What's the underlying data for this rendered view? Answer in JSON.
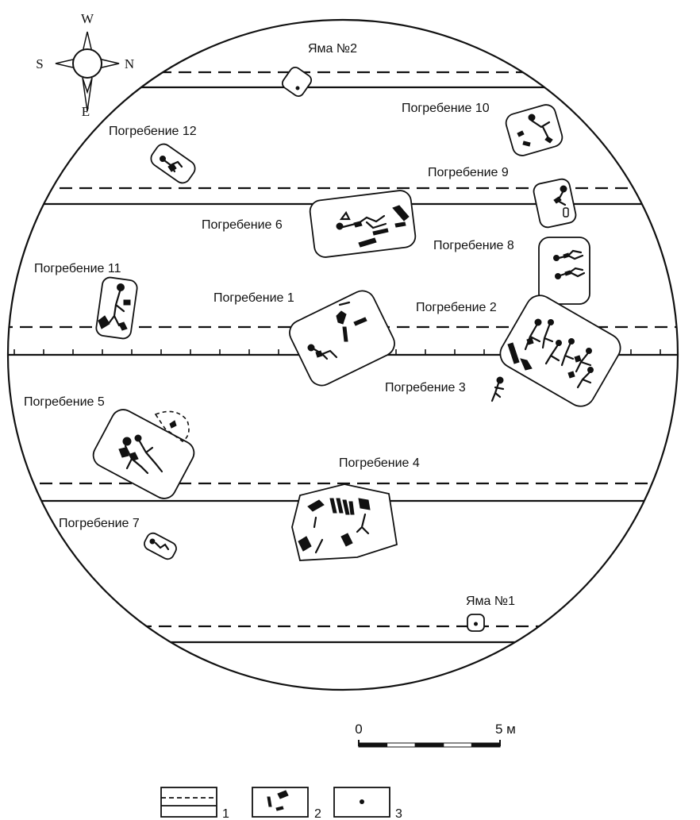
{
  "compass": {
    "north": "N",
    "south": "S",
    "west": "W",
    "east": "E"
  },
  "features": {
    "pit_1": "Яма №1",
    "pit_2": "Яма №2",
    "burial_1": "Погребение 1",
    "burial_2": "Погребение 2",
    "burial_3": "Погребение 3",
    "burial_4": "Погребение 4",
    "burial_5": "Погребение 5",
    "burial_6": "Погребение 6",
    "burial_7": "Погребение 7",
    "burial_8": "Погребение 8",
    "burial_9": "Погребение 9",
    "burial_10": "Погребение 10",
    "burial_11": "Погребение 11",
    "burial_12": "Погребение 12"
  },
  "scale": {
    "start": "0",
    "end": "5 м"
  },
  "legend": [
    {
      "number": "1",
      "icon": "trench-lines-icon"
    },
    {
      "number": "2",
      "icon": "burial-pit-icon"
    },
    {
      "number": "3",
      "icon": "pit-dot-icon"
    }
  ]
}
